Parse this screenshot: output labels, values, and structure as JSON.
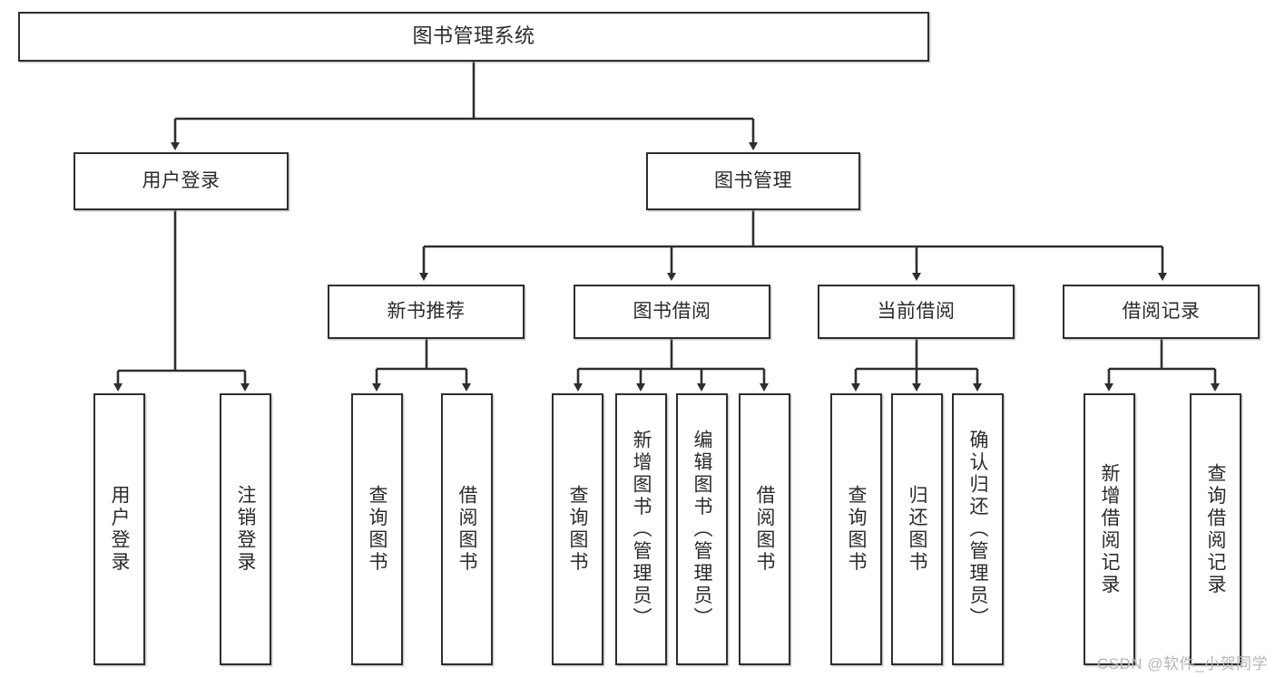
{
  "diagram": {
    "type": "tree-hierarchy",
    "title": "图书管理系统",
    "watermark": "CSDN @软件_小贺同学",
    "colors": {
      "box_border": "#2e2e2e",
      "box_fill": "#ffffff",
      "edge": "#2e2e2e",
      "text": "#2b2b2b",
      "watermark": "#b6b6b6"
    },
    "levels": {
      "root": {
        "id": "root",
        "label": "图书管理系统"
      },
      "level2": [
        {
          "id": "user-login",
          "label": "用户登录"
        },
        {
          "id": "book-manage",
          "label": "图书管理"
        }
      ],
      "level3": [
        {
          "id": "new-book-recommend",
          "label": "新书推荐",
          "parent": "book-manage"
        },
        {
          "id": "book-borrow",
          "label": "图书借阅",
          "parent": "book-manage"
        },
        {
          "id": "current-borrow",
          "label": "当前借阅",
          "parent": "book-manage"
        },
        {
          "id": "borrow-record",
          "label": "借阅记录",
          "parent": "book-manage"
        }
      ],
      "leaves": [
        {
          "id": "leaf-user-login",
          "label": "用户登录",
          "parent": "user-login"
        },
        {
          "id": "leaf-logout-login",
          "label": "注销登录",
          "parent": "user-login"
        },
        {
          "id": "leaf-query-book-1",
          "label": "查询图书",
          "parent": "new-book-recommend"
        },
        {
          "id": "leaf-borrow-book-1",
          "label": "借阅图书",
          "parent": "new-book-recommend"
        },
        {
          "id": "leaf-query-book-2",
          "label": "查询图书",
          "parent": "book-borrow"
        },
        {
          "id": "leaf-add-book",
          "label": "新增图书（管理员）",
          "parent": "book-borrow"
        },
        {
          "id": "leaf-edit-book",
          "label": "编辑图书（管理员）",
          "parent": "book-borrow"
        },
        {
          "id": "leaf-borrow-book-2",
          "label": "借阅图书",
          "parent": "book-borrow"
        },
        {
          "id": "leaf-query-book-3",
          "label": "查询图书",
          "parent": "current-borrow"
        },
        {
          "id": "leaf-return-book",
          "label": "归还图书",
          "parent": "current-borrow"
        },
        {
          "id": "leaf-confirm-return",
          "label": "确认归还（管理员）",
          "parent": "current-borrow"
        },
        {
          "id": "leaf-add-record",
          "label": "新增借阅记录",
          "parent": "borrow-record"
        },
        {
          "id": "leaf-query-record",
          "label": "查询借阅记录",
          "parent": "borrow-record"
        }
      ]
    }
  }
}
